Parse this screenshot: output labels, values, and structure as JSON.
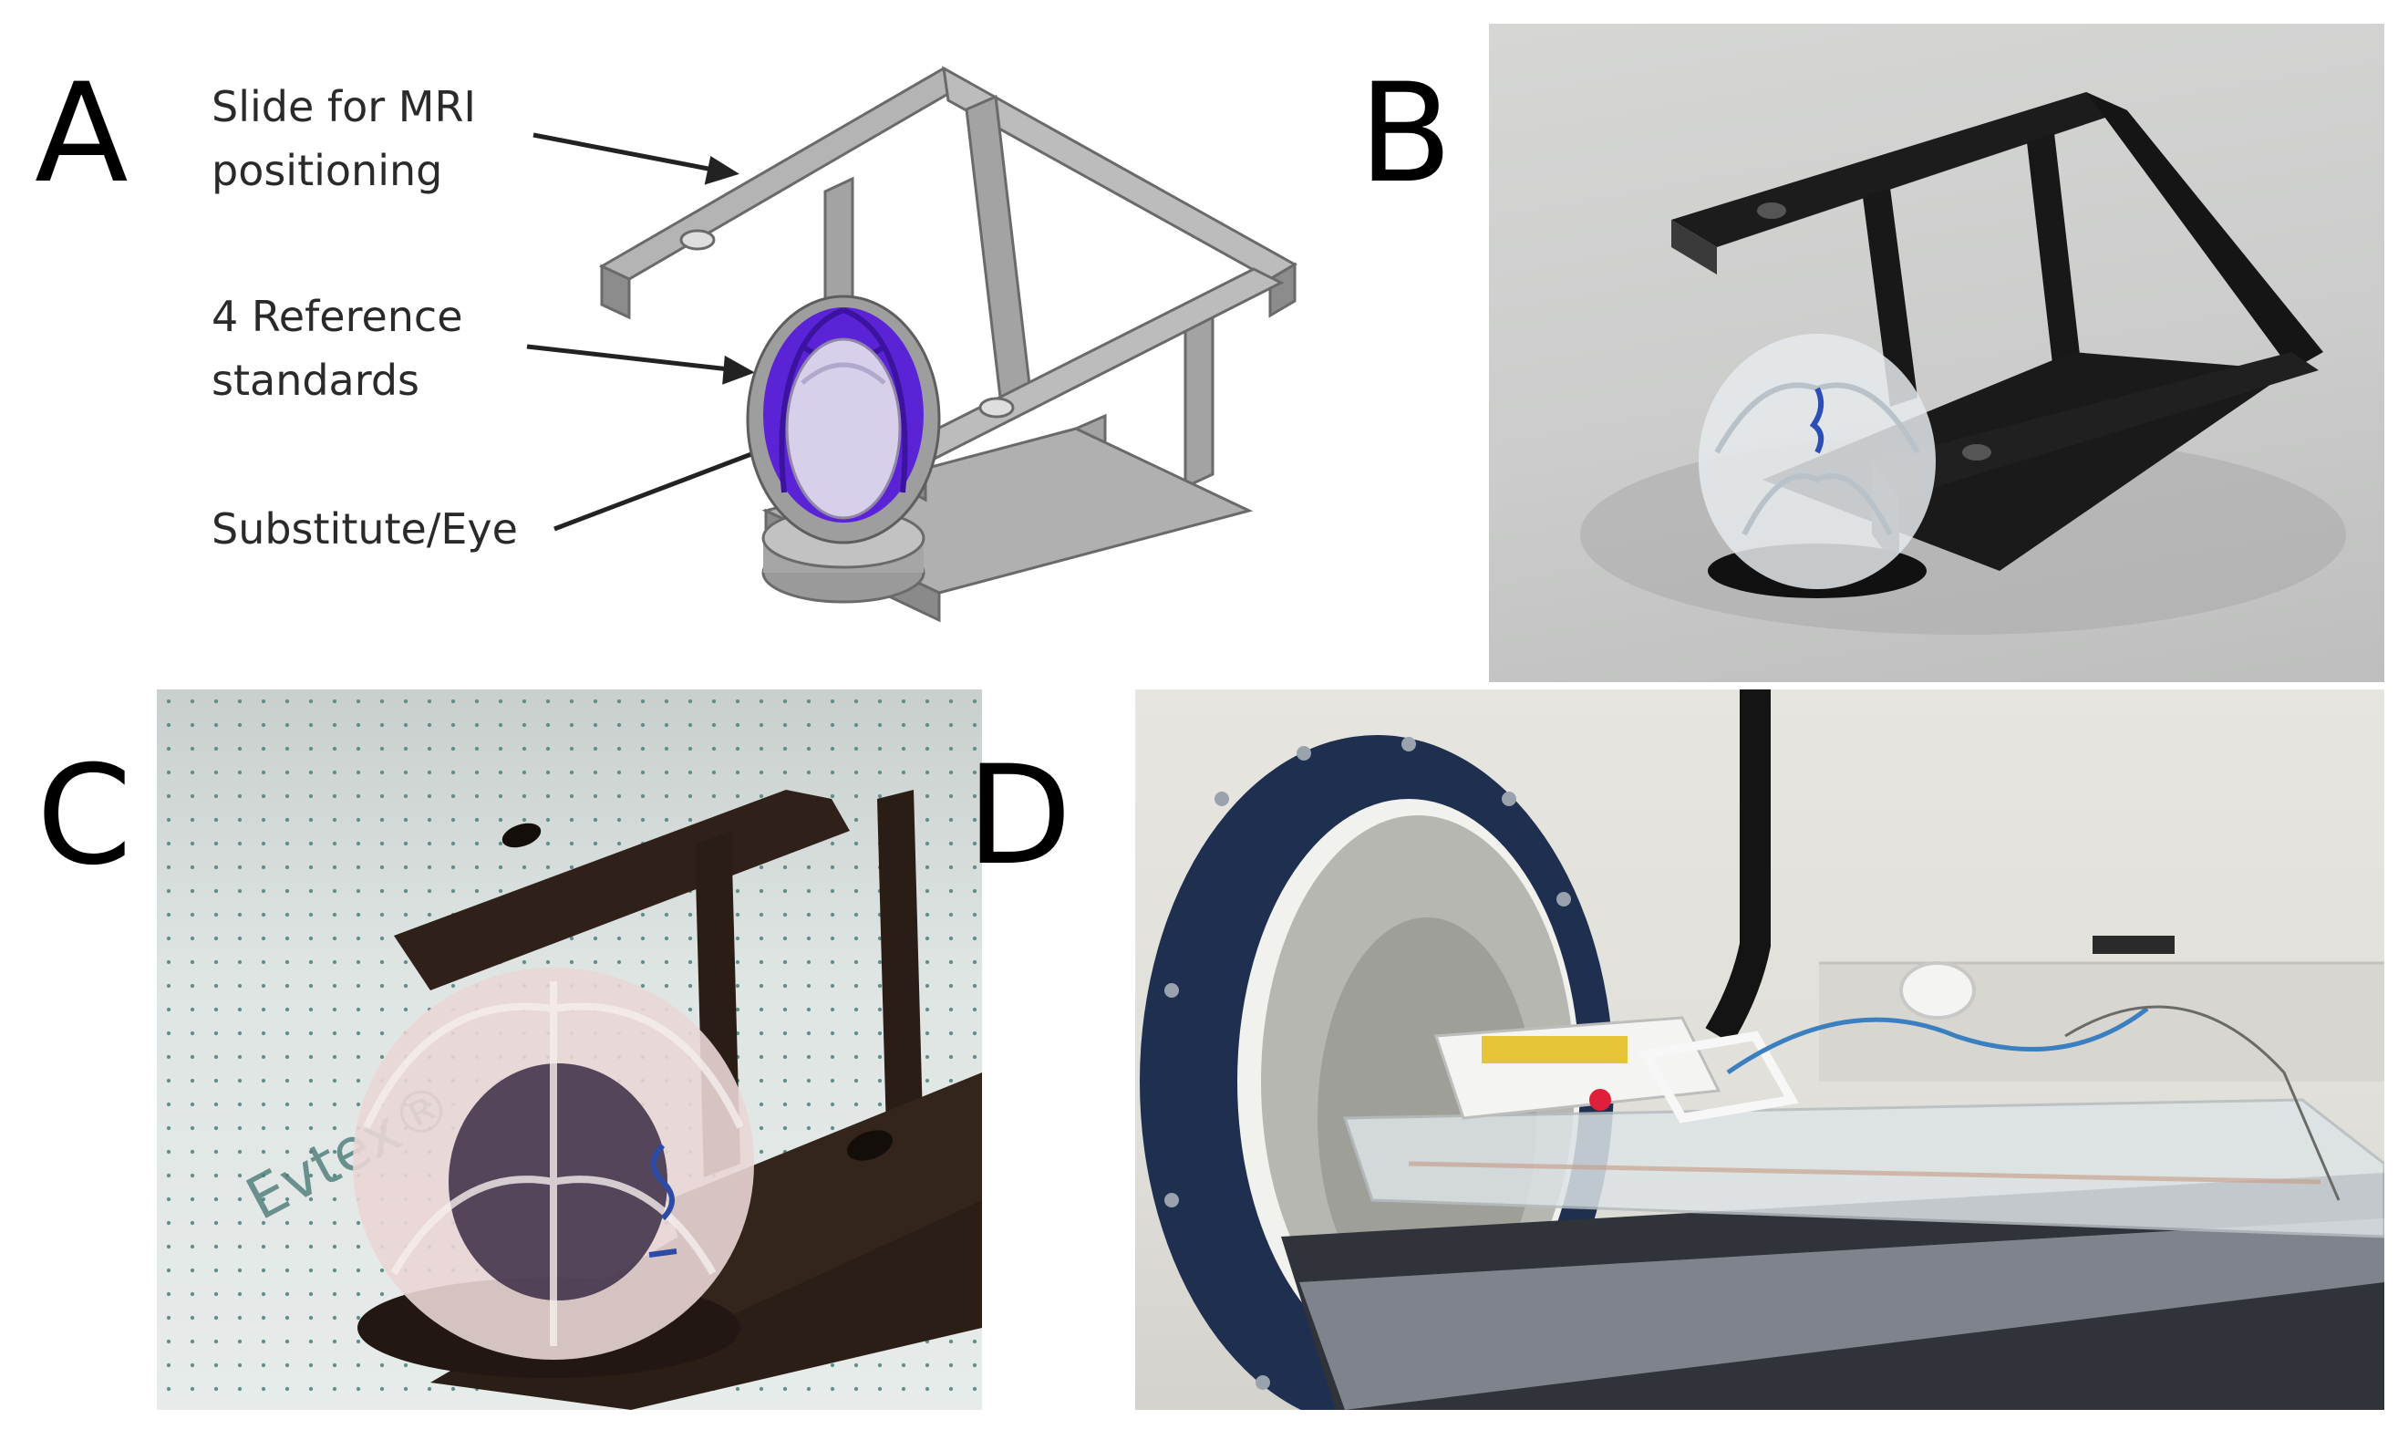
{
  "panels": {
    "a": {
      "letter": "A"
    },
    "b": {
      "letter": "B"
    },
    "c": {
      "letter": "C"
    },
    "d": {
      "letter": "D"
    }
  },
  "labels": {
    "slide": [
      "Slide for MRI",
      "positioning"
    ],
    "standards": [
      "4 Reference",
      "standards"
    ],
    "substitute": "Substitute/Eye"
  },
  "photo_c": {
    "fabric_print": "Evtex®"
  },
  "colors": {
    "cad_gray": "#a9a9a9",
    "cad_dark": "#7e7e7e",
    "standards_purple": "#5a24d6",
    "eye_lavender": "#d8d0ea",
    "holder_black": "#1a1a1a",
    "holder_brown": "#2f2119",
    "magnet_blue": "#1f2f4f"
  }
}
